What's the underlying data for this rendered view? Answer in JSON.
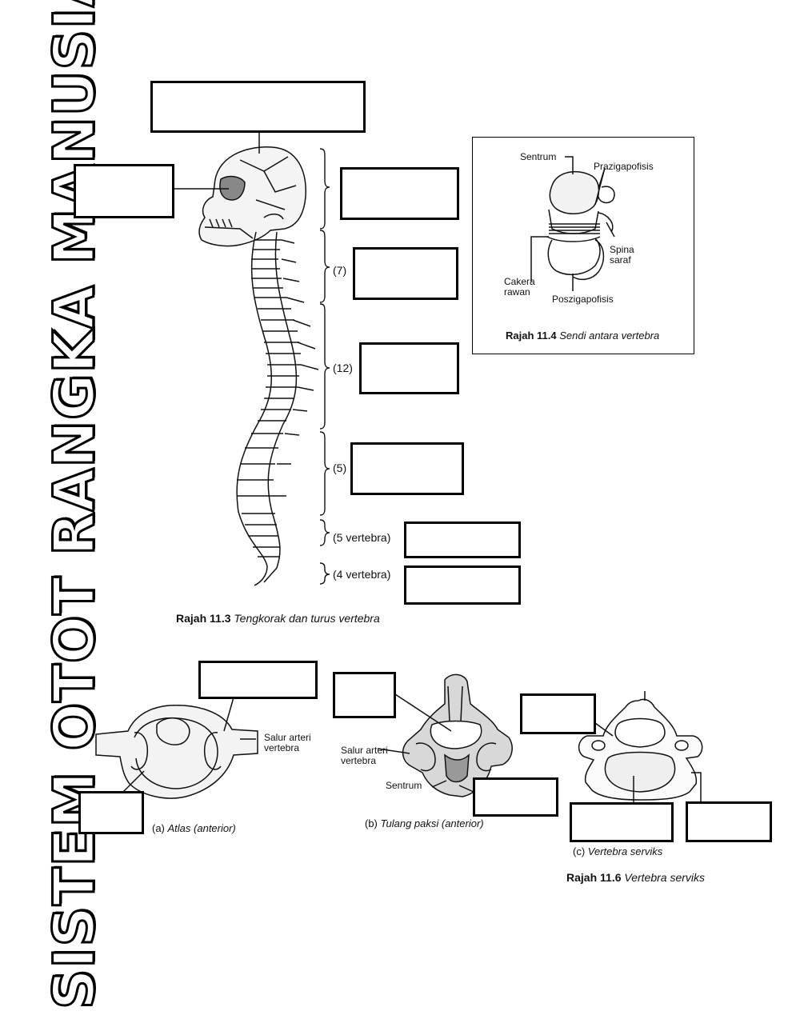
{
  "side_title": "SISTEM OTOT RANGKA MANUSIA",
  "fig_11_3": {
    "caption_num": "Rajah 11.3",
    "caption_text": "Tengkorak dan turus vertebra",
    "counts": [
      "(7)",
      "(12)",
      "(5)",
      "(5 vertebra)",
      "(4 vertebra)"
    ]
  },
  "fig_11_4": {
    "caption_num": "Rajah 11.4",
    "caption_text": "Sendi antara vertebra",
    "labels": {
      "sentrum": "Sentrum",
      "prazigapofisis": "Prazigapofisis",
      "spina_saraf": "Spina saraf",
      "cakera_rawan": "Cakera rawan",
      "poszigapofisis": "Poszigapofisis"
    }
  },
  "fig_11_6": {
    "caption_num": "Rajah 11.6",
    "caption_text": "Vertebra serviks",
    "sub_a_prefix": "(a)",
    "sub_a": "Atlas (anterior)",
    "sub_b_prefix": "(b)",
    "sub_b": "Tulang paksi (anterior)",
    "sub_c_prefix": "(c)",
    "sub_c": "Vertebra serviks",
    "labels": {
      "salur_a": "Salur arteri vertebra",
      "salur_b": "Salur arteri vertebra",
      "sentrum_b": "Sentrum"
    }
  },
  "colors": {
    "ink": "#111111",
    "box_border": "#000000",
    "paper": "#ffffff"
  }
}
